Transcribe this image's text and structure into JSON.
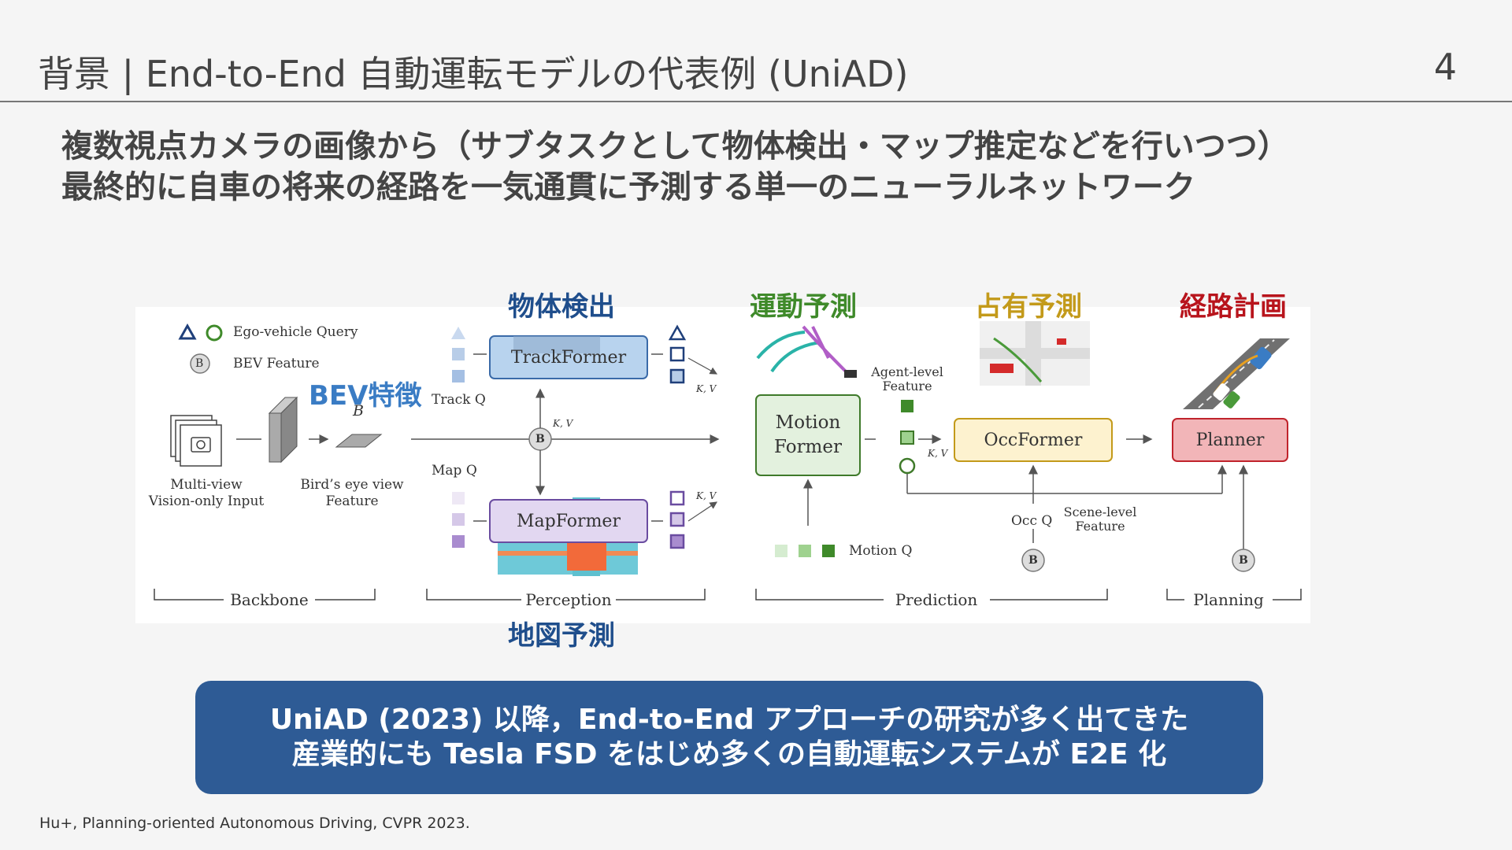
{
  "slide": {
    "title": "背景 | End-to-End 自動運転モデルの代表例 (UniAD)",
    "page_number": "4",
    "subtitle_line1": "複数視点カメラの画像から（サブタスクとして物体検出・マップ推定などを行いつつ）",
    "subtitle_line2": "最終的に自車の将来の経路を一気通貫に予測する単一のニューラルネットワーク",
    "banner_line1": "UniAD (2023) 以降，End-to-End アプローチの研究が多く出てきた",
    "banner_line2": "産業的にも Tesla FSD をはじめ多くの自動運転システムが E2E 化",
    "citation": "Hu+, Planning-oriented Autonomous Driving, CVPR 2023."
  },
  "annotations": {
    "object_detection": "物体検出",
    "bev_feature": "BEV特徴",
    "map_prediction": "地図予測",
    "motion_prediction": "運動予測",
    "occupancy_prediction": "占有予測",
    "route_planning": "経路計画"
  },
  "diagram": {
    "legend_ego_query": "Ego-vehicle Query",
    "legend_bev_feature": "BEV Feature",
    "legend_b": "B",
    "input_label_1": "Multi-view",
    "input_label_2": "Vision-only Input",
    "bev_label_1": "Bird’s eye view",
    "bev_label_2": "Feature",
    "bev_symbol": "B",
    "track_q": "Track Q",
    "map_q": "Map Q",
    "kv": "K, V",
    "trackformer": "TrackFormer",
    "mapformer": "MapFormer",
    "motion_former_1": "Motion",
    "motion_former_2": "Former",
    "agent_feature_1": "Agent-level",
    "agent_feature_2": "Feature",
    "occformer": "OccFormer",
    "planner": "Planner",
    "motion_q": "Motion Q",
    "occ_q": "Occ Q",
    "scene_feature_1": "Scene-level",
    "scene_feature_2": "Feature",
    "stage_backbone": "Backbone",
    "stage_perception": "Perception",
    "stage_prediction": "Prediction",
    "stage_planning": "Planning"
  },
  "colors": {
    "object_detection": "#1f4e8c",
    "bev_feature": "#3a7cc4",
    "map_prediction": "#1f4e8c",
    "motion_prediction": "#3f8a2a",
    "occupancy_prediction": "#c39a1a",
    "route_planning": "#b8141c",
    "banner": "#2e5b95"
  }
}
